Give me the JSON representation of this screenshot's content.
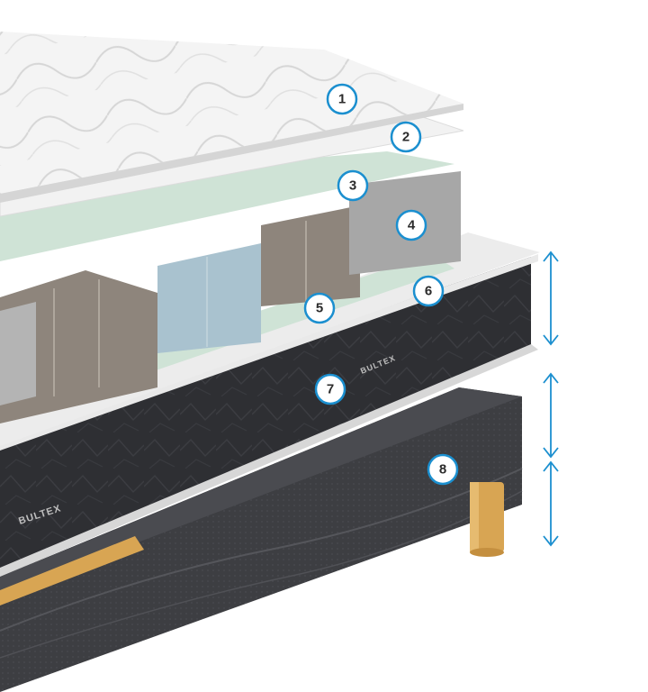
{
  "colors": {
    "accent": "#1b8fcf",
    "fabric_dark": "#2e2f33",
    "foam_white": "#f2f2f2",
    "gel_green": "#cfe3d6",
    "foam_blue": "#a9c2cf",
    "foam_taupe": "#8e857c",
    "foam_grey": "#a7a7a7",
    "wood_leg": "#d8a553"
  },
  "brand": {
    "label_front": "BULTEX",
    "label_side": "BULTEX"
  },
  "callouts": [
    {
      "id": "1",
      "label": "1"
    },
    {
      "id": "2",
      "label": "2"
    },
    {
      "id": "3",
      "label": "3"
    },
    {
      "id": "4",
      "label": "4"
    },
    {
      "id": "5",
      "label": "5"
    },
    {
      "id": "6",
      "label": "6"
    },
    {
      "id": "7",
      "label": "7"
    },
    {
      "id": "8",
      "label": "8"
    }
  ],
  "dimension_arrows": [
    "mattress-height",
    "box-spring-height",
    "leg-height"
  ]
}
